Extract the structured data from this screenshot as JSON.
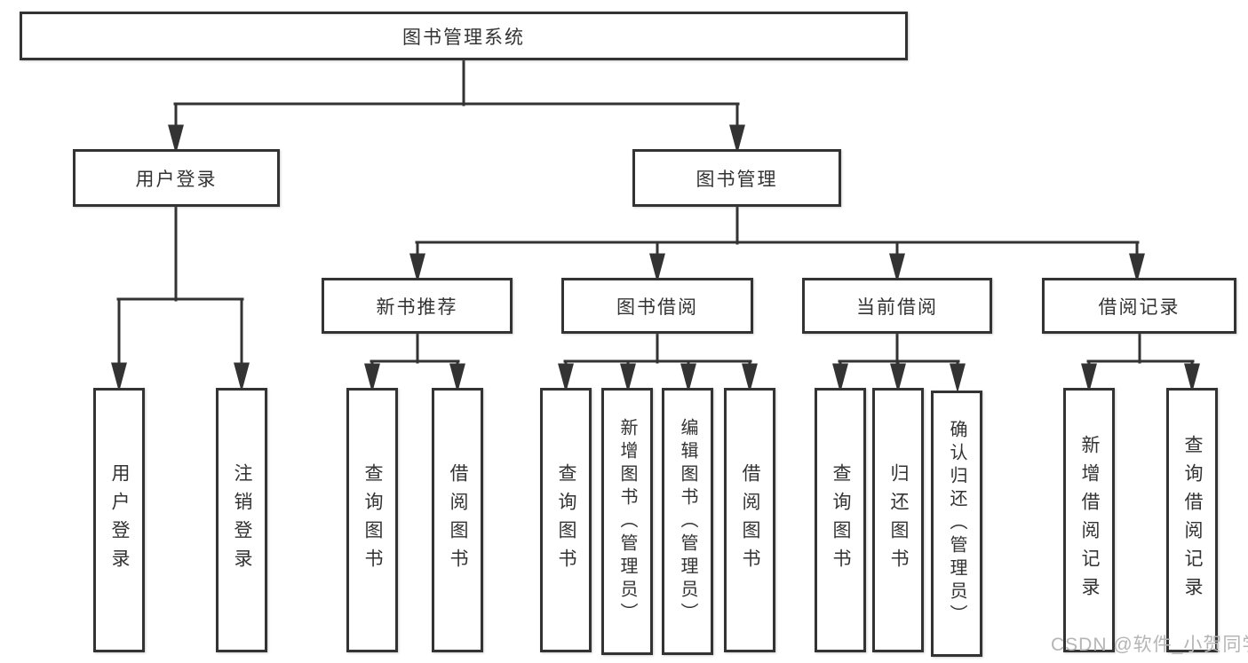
{
  "tree": {
    "root": "图书管理系统",
    "user_login": {
      "label": "用户登录",
      "children": [
        "用户登录",
        "注销登录"
      ]
    },
    "book_mgmt": {
      "label": "图书管理",
      "sections": [
        {
          "label": "新书推荐",
          "children": [
            "查询图书",
            "借阅图书"
          ]
        },
        {
          "label": "图书借阅",
          "children": [
            "查询图书",
            "新增图书（管理员）",
            "编辑图书（管理员）",
            "借阅图书"
          ]
        },
        {
          "label": "当前借阅",
          "children": [
            "查询图书",
            "归还图书",
            "确认归还（管理员）"
          ]
        },
        {
          "label": "借阅记录",
          "children": [
            "新增借阅记录",
            "查询借阅记录"
          ]
        }
      ]
    }
  },
  "watermark": "CSDN @软件_小贺同学",
  "colors": {
    "line": "#333333",
    "text": "#333333",
    "watermark": "#b5b5b5",
    "background": "#ffffff"
  }
}
